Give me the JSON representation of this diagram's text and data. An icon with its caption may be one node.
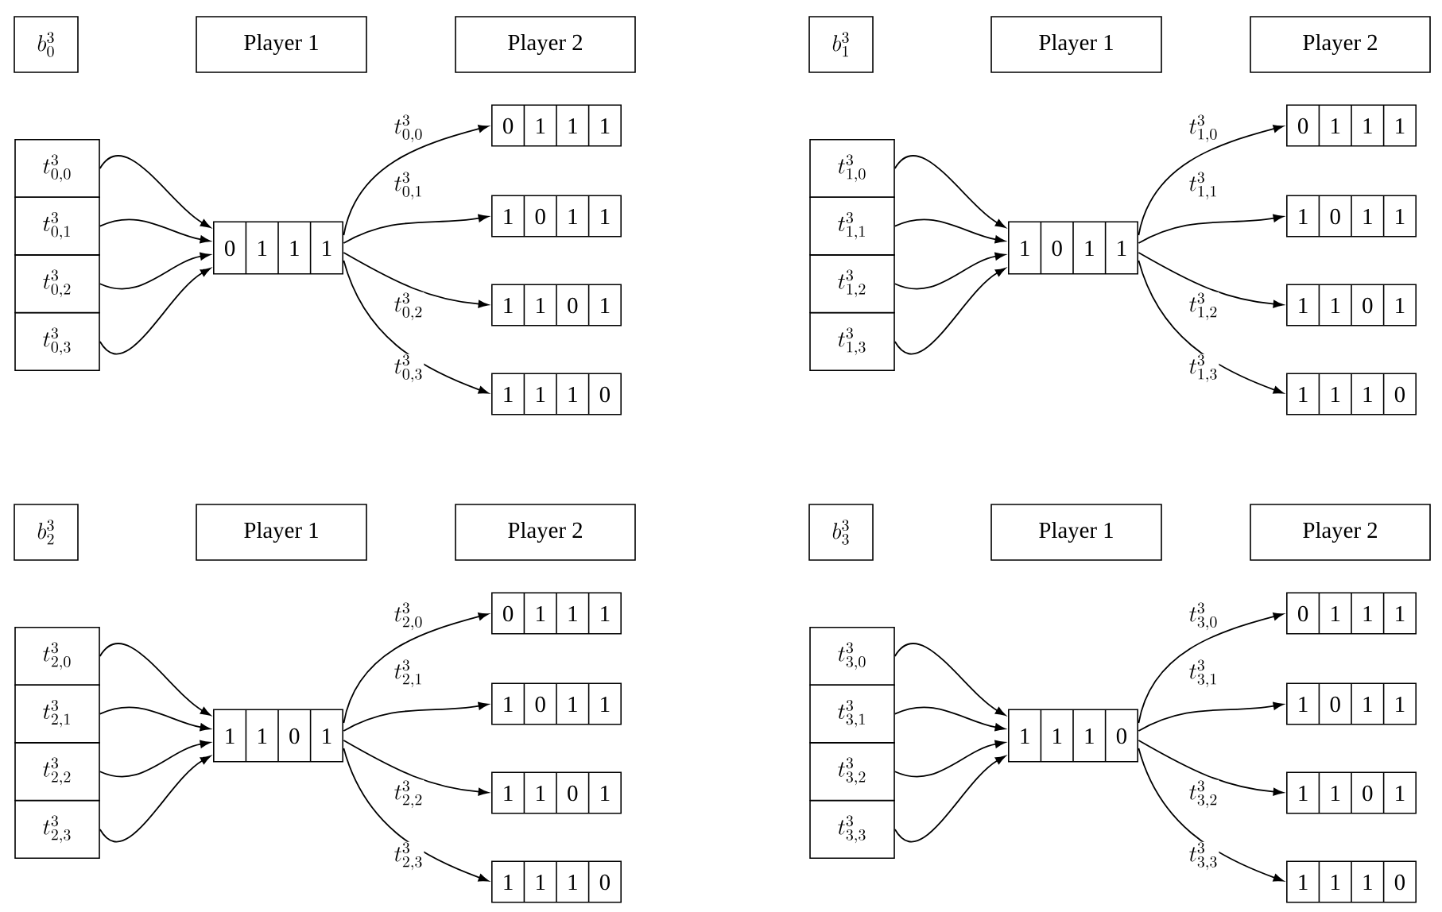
{
  "diagram": {
    "nodes": [
      {
        "text": [
          "b^{3}_{0}"
        ]
      },
      {
        "text": [
          "Player 1"
        ]
      },
      {
        "text": [
          "Player 2"
        ]
      },
      {
        "text": [
          "t^{3}_{0,0}"
        ]
      },
      {
        "text": [
          "t^{3}_{0,1}"
        ]
      },
      {
        "text": [
          "t^{3}_{0,2}"
        ]
      },
      {
        "text": [
          "t^{3}_{0,3}"
        ]
      },
      {
        "text": [
          "0",
          "1",
          "1",
          "1"
        ]
      },
      {
        "text": [
          "0",
          "1",
          "1",
          "1"
        ]
      },
      {
        "text": [
          "1",
          "0",
          "1",
          "1"
        ]
      },
      {
        "text": [
          "1",
          "1",
          "0",
          "1"
        ]
      },
      {
        "text": [
          "1",
          "1",
          "1",
          "0"
        ]
      },
      {
        "text": [
          "b^{3}_{1}"
        ]
      },
      {
        "text": [
          "Player 1"
        ]
      },
      {
        "text": [
          "Player 2"
        ]
      },
      {
        "text": [
          "t^{3}_{1,0}"
        ]
      },
      {
        "text": [
          "t^{3}_{1,1}"
        ]
      },
      {
        "text": [
          "t^{3}_{1,2}"
        ]
      },
      {
        "text": [
          "t^{3}_{1,3}"
        ]
      },
      {
        "text": [
          "1",
          "0",
          "1",
          "1"
        ]
      },
      {
        "text": [
          "0",
          "1",
          "1",
          "1"
        ]
      },
      {
        "text": [
          "1",
          "0",
          "1",
          "1"
        ]
      },
      {
        "text": [
          "1",
          "1",
          "0",
          "1"
        ]
      },
      {
        "text": [
          "1",
          "1",
          "1",
          "0"
        ]
      },
      {
        "text": [
          "b^{3}_{2}"
        ]
      },
      {
        "text": [
          "Player 1"
        ]
      },
      {
        "text": [
          "Player 2"
        ]
      },
      {
        "text": [
          "t^{3}_{2,0}"
        ]
      },
      {
        "text": [
          "t^{3}_{2,1}"
        ]
      },
      {
        "text": [
          "t^{3}_{2,2}"
        ]
      },
      {
        "text": [
          "t^{3}_{2,3}"
        ]
      },
      {
        "text": [
          "1",
          "1",
          "0",
          "1"
        ]
      },
      {
        "text": [
          "0",
          "1",
          "1",
          "1"
        ]
      },
      {
        "text": [
          "1",
          "0",
          "1",
          "1"
        ]
      },
      {
        "text": [
          "1",
          "1",
          "0",
          "1"
        ]
      },
      {
        "text": [
          "1",
          "1",
          "1",
          "0"
        ]
      },
      {
        "text": [
          "b^{3}_{3}"
        ]
      },
      {
        "text": [
          "Player 1"
        ]
      },
      {
        "text": [
          "Player 2"
        ]
      },
      {
        "text": [
          "t^{3}_{3,0}"
        ]
      },
      {
        "text": [
          "t^{3}_{3,1}"
        ]
      },
      {
        "text": [
          "t^{3}_{3,2}"
        ]
      },
      {
        "text": [
          "t^{3}_{3,3}"
        ]
      },
      {
        "text": [
          "1",
          "1",
          "1",
          "0"
        ]
      },
      {
        "text": [
          "0",
          "1",
          "1",
          "1"
        ]
      },
      {
        "text": [
          "1",
          "0",
          "1",
          "1"
        ]
      },
      {
        "text": [
          "1",
          "1",
          "0",
          "1"
        ]
      },
      {
        "text": [
          "1",
          "1",
          "1",
          "0"
        ]
      }
    ],
    "edges": [
      {
        "from": 3,
        "to": 7,
        "arrow": "to"
      },
      {
        "from": 4,
        "to": 7,
        "arrow": "to"
      },
      {
        "from": 5,
        "to": 7,
        "arrow": "to"
      },
      {
        "from": 6,
        "to": 7,
        "arrow": "to"
      },
      {
        "from": 7,
        "to": 8,
        "arrow": "to",
        "label": "t^{3}_{0,0}"
      },
      {
        "from": 7,
        "to": 9,
        "arrow": "to",
        "label": "t^{3}_{0,1}"
      },
      {
        "from": 7,
        "to": 10,
        "arrow": "to",
        "label": "t^{3}_{0,2}"
      },
      {
        "from": 7,
        "to": 11,
        "arrow": "to",
        "label": "t^{3}_{0,3}"
      },
      {
        "from": 15,
        "to": 19,
        "arrow": "to"
      },
      {
        "from": 16,
        "to": 19,
        "arrow": "to"
      },
      {
        "from": 17,
        "to": 19,
        "arrow": "to"
      },
      {
        "from": 18,
        "to": 19,
        "arrow": "to"
      },
      {
        "from": 19,
        "to": 20,
        "arrow": "to",
        "label": "t^{3}_{1,0}"
      },
      {
        "from": 19,
        "to": 21,
        "arrow": "to",
        "label": "t^{3}_{1,1}"
      },
      {
        "from": 19,
        "to": 22,
        "arrow": "to",
        "label": "t^{3}_{1,2}"
      },
      {
        "from": 19,
        "to": 23,
        "arrow": "to",
        "label": "t^{3}_{1,3}"
      },
      {
        "from": 27,
        "to": 31,
        "arrow": "to"
      },
      {
        "from": 28,
        "to": 31,
        "arrow": "to"
      },
      {
        "from": 29,
        "to": 31,
        "arrow": "to"
      },
      {
        "from": 30,
        "to": 31,
        "arrow": "to"
      },
      {
        "from": 31,
        "to": 32,
        "arrow": "to",
        "label": "t^{3}_{2,0}"
      },
      {
        "from": 31,
        "to": 33,
        "arrow": "to",
        "label": "t^{3}_{2,1}"
      },
      {
        "from": 31,
        "to": 34,
        "arrow": "to",
        "label": "t^{3}_{2,2}"
      },
      {
        "from": 31,
        "to": 35,
        "arrow": "to",
        "label": "t^{3}_{2,3}"
      },
      {
        "from": 39,
        "to": 43,
        "arrow": "to"
      },
      {
        "from": 40,
        "to": 43,
        "arrow": "to"
      },
      {
        "from": 41,
        "to": 43,
        "arrow": "to"
      },
      {
        "from": 42,
        "to": 43,
        "arrow": "to"
      },
      {
        "from": 43,
        "to": 44,
        "arrow": "to",
        "label": "t^{3}_{3,0}"
      },
      {
        "from": 43,
        "to": 45,
        "arrow": "to",
        "label": "t^{3}_{3,1}"
      },
      {
        "from": 43,
        "to": 46,
        "arrow": "to",
        "label": "t^{3}_{3,2}"
      },
      {
        "from": 43,
        "to": 47,
        "arrow": "to",
        "label": "t^{3}_{3,3}"
      }
    ]
  }
}
